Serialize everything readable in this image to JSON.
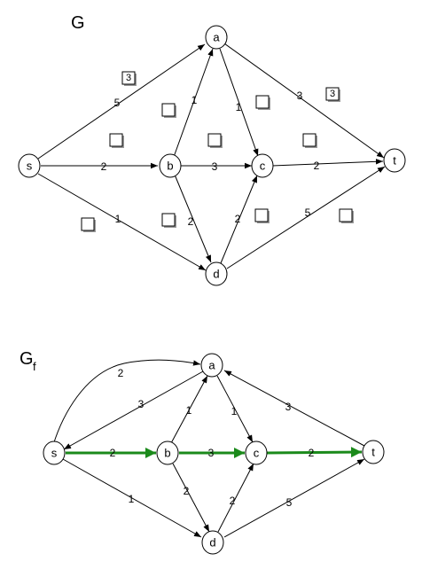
{
  "colors": {
    "augmenting_path": "#1b8a1b"
  },
  "graph_g": {
    "title": "G",
    "nodes": {
      "s": "s",
      "a": "a",
      "b": "b",
      "c": "c",
      "d": "d",
      "t": "t"
    },
    "capacities": {
      "s_a": "5",
      "s_b": "2",
      "s_d": "1",
      "b_a": "1",
      "a_c": "1",
      "a_t": "3",
      "b_c": "3",
      "b_d": "2",
      "d_c": "2",
      "c_t": "2",
      "d_t": "5"
    },
    "flow_boxes": {
      "s_a": "3",
      "a_t": "3",
      "b_a": "",
      "a_c": "",
      "s_b": "",
      "b_c": "",
      "c_t": "",
      "s_d": "",
      "b_d": "",
      "d_c": "",
      "d_t": ""
    }
  },
  "graph_gf": {
    "title": "G",
    "subscript": "f",
    "nodes": {
      "s": "s",
      "a": "a",
      "b": "b",
      "c": "c",
      "d": "d",
      "t": "t"
    },
    "capacities": {
      "s_a": "2",
      "a_s": "3",
      "s_b": "2",
      "s_d": "1",
      "b_a": "1",
      "a_c": "1",
      "b_c": "3",
      "b_d": "2",
      "d_c": "2",
      "c_t": "2",
      "d_t": "5",
      "t_a": "3"
    }
  }
}
